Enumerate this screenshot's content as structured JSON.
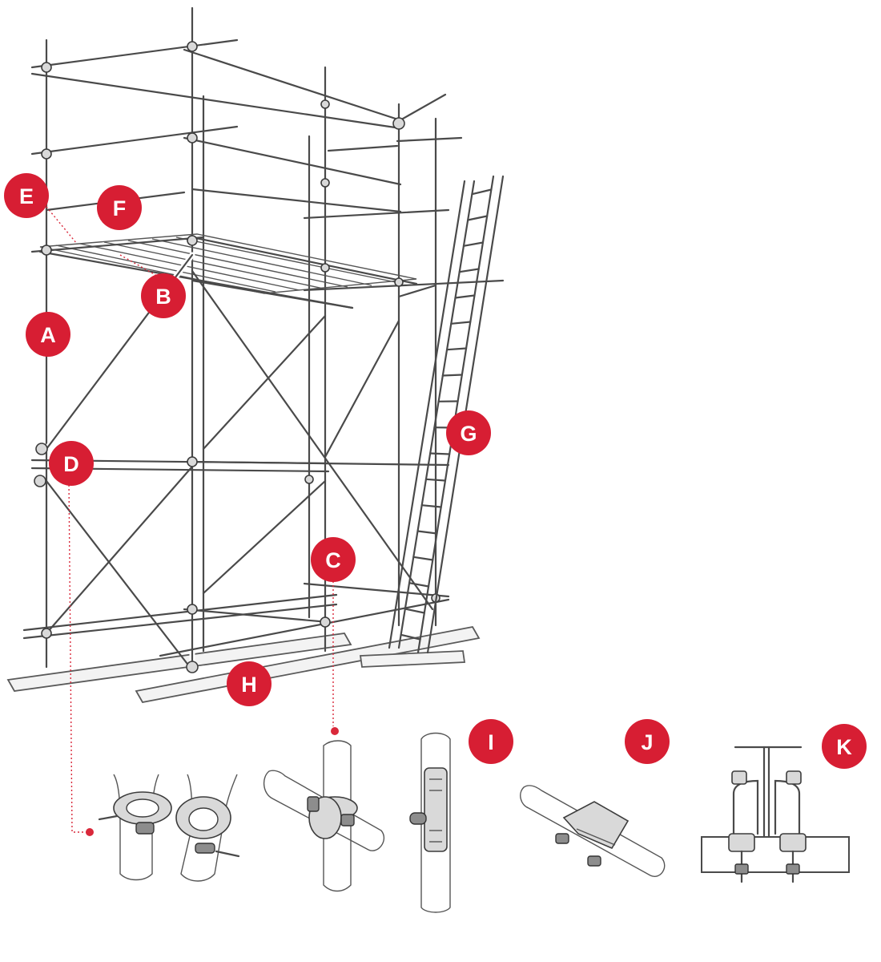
{
  "colors": {
    "marker": "#d71e33",
    "line": "#4a4a4a",
    "leader": "#d9283a"
  },
  "markers": [
    {
      "id": "a",
      "label": "A"
    },
    {
      "id": "b",
      "label": "B"
    },
    {
      "id": "c",
      "label": "C"
    },
    {
      "id": "d",
      "label": "D"
    },
    {
      "id": "e",
      "label": "E"
    },
    {
      "id": "f",
      "label": "F"
    },
    {
      "id": "g",
      "label": "G"
    },
    {
      "id": "h",
      "label": "H"
    },
    {
      "id": "i",
      "label": "I"
    },
    {
      "id": "j",
      "label": "J"
    },
    {
      "id": "k",
      "label": "K"
    }
  ]
}
